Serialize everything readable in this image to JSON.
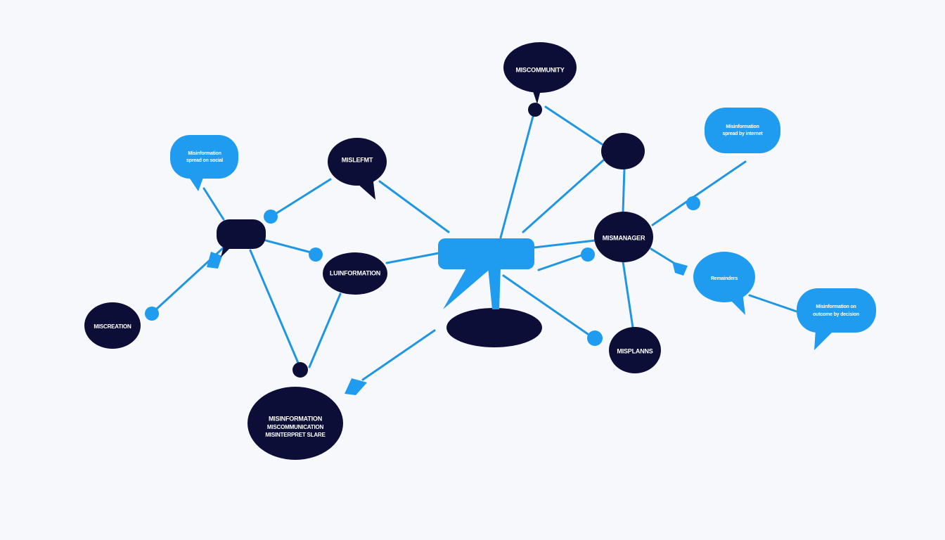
{
  "colors": {
    "background": "#f7f8fb",
    "navy": "#0c0e38",
    "blue": "#1f9bef",
    "link": "#1f96e3"
  },
  "nodes": {
    "top_center": "MISCOMMUNITY",
    "upper_left_middle": "MISLEFMT",
    "left_hub": "",
    "center_left": "LUINFORMATION",
    "far_left": "MISCREATION",
    "bottom_left": [
      "MISINFORMATION",
      "MISCOMMUNICATION",
      "MISINTERPRET SLARE"
    ],
    "central_hub": "",
    "central_lower": "",
    "upper_right_small": "",
    "right_center": "MISMANAGER",
    "lower_right": "MISPLANNS",
    "blue_top_left": [
      "Misinformation",
      "spread on social"
    ],
    "blue_top_right": [
      "Misinformation",
      "spread by internet"
    ],
    "blue_right_middle": "Remainders",
    "blue_far_right": [
      "Misinformation on",
      "outcome by decision"
    ]
  }
}
